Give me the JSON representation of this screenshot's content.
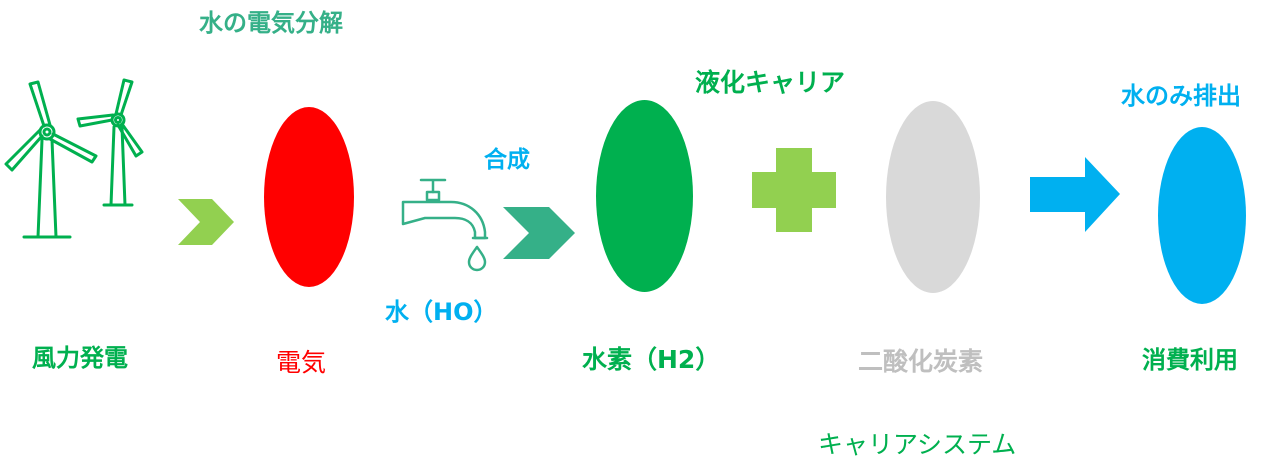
{
  "labels": {
    "electrolysis": "水の電気分解",
    "synthesis": "合成",
    "liquid_carrier": "液化キャリア",
    "water_only_emission": "水のみ排出",
    "water": "水（HO）",
    "wind_power": "風力発電",
    "electricity": "電気",
    "hydrogen": "水素（H2）",
    "carbon_dioxide": "二酸化炭素",
    "consumption": "消費利用",
    "carrier_system": "キャリアシステム"
  },
  "colors": {
    "teal_green": "#35b088",
    "green": "#00b04f",
    "red": "#ff0000",
    "light_green": "#92d050",
    "gray": "#d9d9d9",
    "gray_text": "#bfbfbf",
    "blue": "#00b0f0"
  },
  "icons": {
    "wind_turbines": "wind-turbine-icon",
    "faucet": "faucet-icon",
    "plus": "plus-icon",
    "arrow": "arrow-right-icon",
    "chevrons": "chevron-right-icon"
  }
}
